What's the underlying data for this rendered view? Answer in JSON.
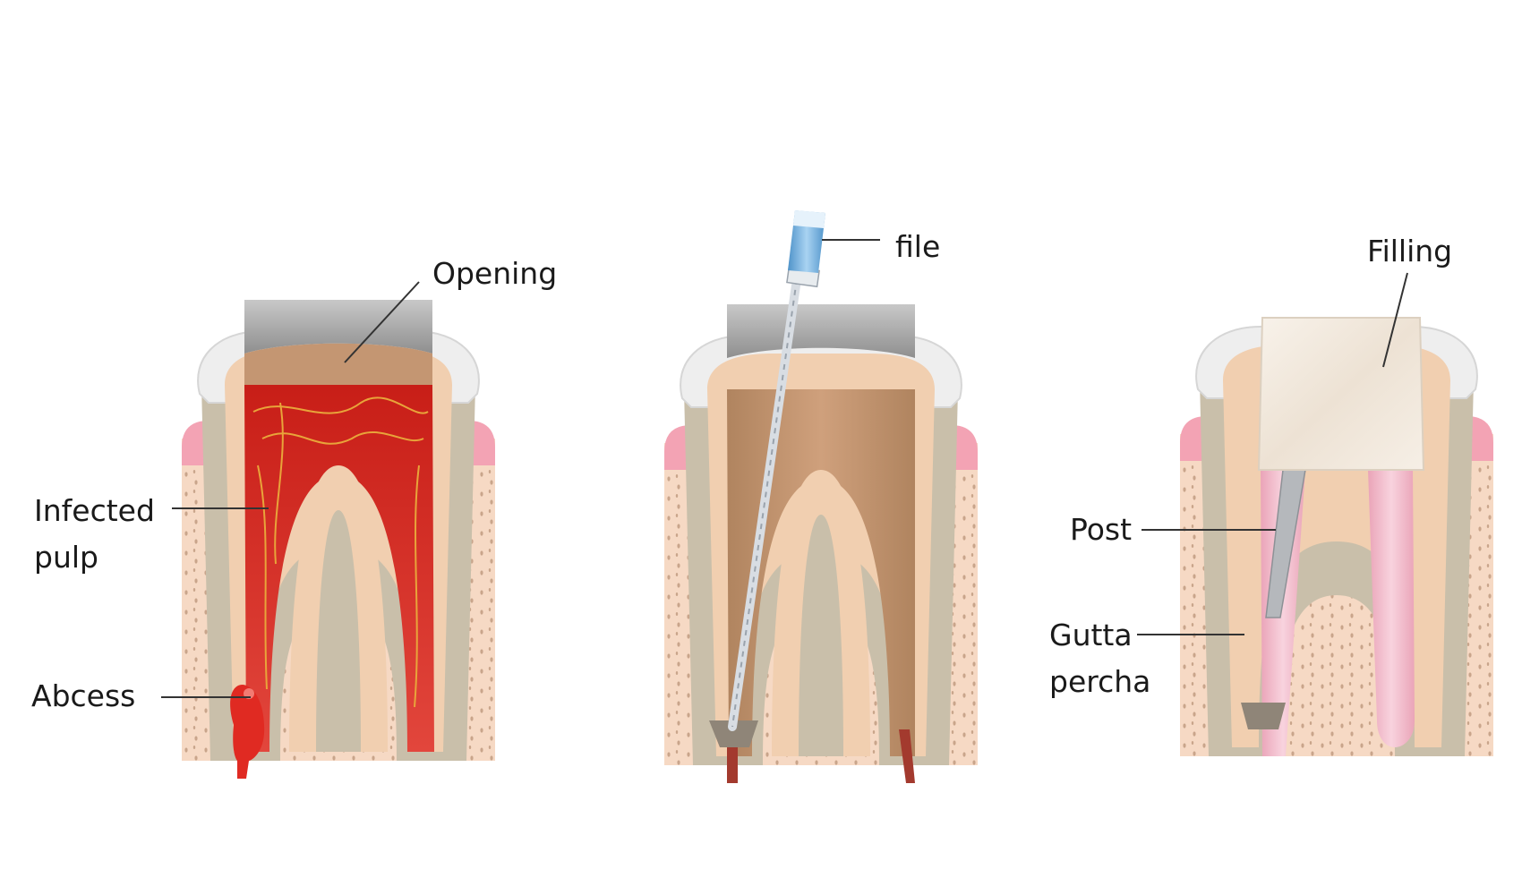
{
  "colors": {
    "gum": "#f3a3b4",
    "bone": "#f6d9c4",
    "bone_dots": "#c9a58b",
    "enamel": "#eeeeee",
    "dentin": "#f1cfb0",
    "cementum": "#c9bfaa",
    "crown_metal": "#a8a8a8",
    "pulp_clean": "#c49672",
    "infected_pulp": "#d3221b",
    "nerve": "#e8a43a",
    "filling": "#f3ebe1",
    "post": "#b5b8bc",
    "gutta_percha": "#f1b9c9",
    "file_handle": "#6eb0e0",
    "apex_seal": "#8f8578",
    "label_line": "#333333"
  },
  "panels": [
    {
      "name": "infected-tooth",
      "labels": {
        "opening": "Opening",
        "infected_pulp_line1": "Infected",
        "infected_pulp_line2": "pulp",
        "abscess": "Abcess"
      }
    },
    {
      "name": "cleaning-tooth",
      "labels": {
        "file": "file"
      }
    },
    {
      "name": "filled-tooth",
      "labels": {
        "filling": "Filling",
        "post": "Post",
        "gutta_line1": "Gutta",
        "gutta_line2": "percha"
      }
    }
  ]
}
